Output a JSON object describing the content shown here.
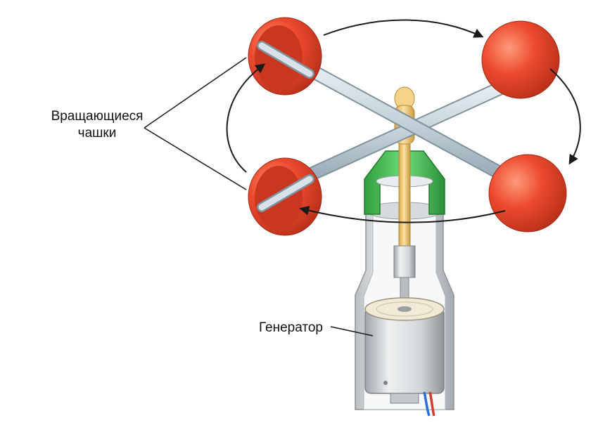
{
  "labels": {
    "cups_line1": "Вращающиеся",
    "cups_line2": "чашки",
    "generator": "Генератор"
  },
  "colors": {
    "cup": "#e8432a",
    "cup_dark": "#b8301c",
    "cup_light": "#ff8a6a",
    "arm": "#c9d6de",
    "arm_dark": "#8fa3b0",
    "shaft": "#f2c97a",
    "shaft_dark": "#c99a3c",
    "collar": "#3fbf4f",
    "collar_dark": "#2a8f38",
    "housing": "#e4e6e8",
    "housing_dark": "#9aa0a4",
    "arrow": "#1a1a1a",
    "wire_blue": "#2a6fd6",
    "wire_red": "#d63a2a"
  }
}
